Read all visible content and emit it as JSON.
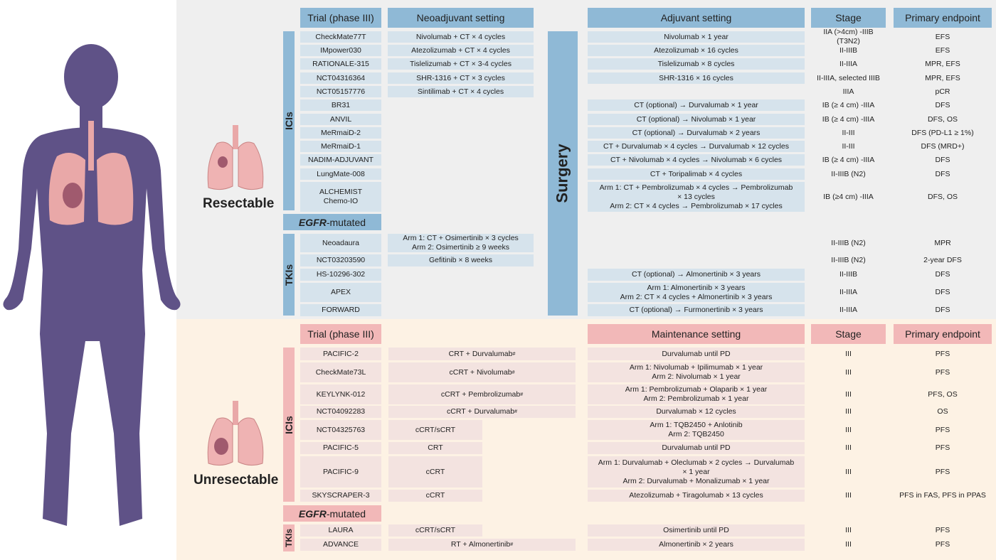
{
  "resectable": {
    "label": "Resectable",
    "headers": {
      "trial": "Trial (phase III)",
      "neoadjuvant": "Neoadjuvant setting",
      "adjuvant": "Adjuvant setting",
      "stage": "Stage",
      "endpoint": "Primary endpoint"
    },
    "icis_label": "ICIs",
    "tkis_label": "TKIs",
    "surgery_label": "Surgery",
    "egfr_italic": "EGFR",
    "egfr_rest": "-mutated",
    "icis_rows": [
      {
        "trial": "CheckMate77T",
        "neo": "Nivolumab + CT × 4 cycles",
        "adj": "Nivolumab × 1 year",
        "stage": "IIA (>4cm) -IIIB (T3N2)",
        "endpoint": "EFS"
      },
      {
        "trial": "IMpower030",
        "neo": "Atezolizumab + CT × 4 cycles",
        "adj": "Atezolizumab × 16 cycles",
        "stage": "II-IIIB",
        "endpoint": "EFS"
      },
      {
        "trial": "RATIONALE-315",
        "neo": "Tislelizumab + CT × 3-4 cycles",
        "adj": "Tislelizumab × 8 cycles",
        "stage": "II-IIIA",
        "endpoint": "MPR, EFS"
      },
      {
        "trial": "NCT04316364",
        "neo": "SHR-1316 + CT × 3 cycles",
        "adj": "SHR-1316 × 16 cycles",
        "stage": "II-IIIA, selected IIIB",
        "endpoint": "MPR, EFS"
      },
      {
        "trial": "NCT05157776",
        "neo": "Sintilimab + CT × 4 cycles",
        "adj": "",
        "stage": "IIIA",
        "endpoint": "pCR"
      },
      {
        "trial": "BR31",
        "neo": "",
        "adj": "CT (optional) → Durvalumab × 1 year",
        "stage": "IB (≥ 4 cm) -IIIA",
        "endpoint": "DFS"
      },
      {
        "trial": "ANVIL",
        "neo": "",
        "adj": "CT (optional) → Nivolumab × 1 year",
        "stage": "IB (≥ 4 cm) -IIIA",
        "endpoint": "DFS, OS"
      },
      {
        "trial": "MeRmaiD-2",
        "neo": "",
        "adj": "CT (optional) → Durvalumab × 2 years",
        "stage": "II-III",
        "endpoint": "DFS (PD-L1 ≥ 1%)"
      },
      {
        "trial": "MeRmaiD-1",
        "neo": "",
        "adj": "CT + Durvalumab × 4 cycles → Durvalumab × 12 cycles",
        "stage": "II-III",
        "endpoint": "DFS (MRD+)"
      },
      {
        "trial": "NADIM-ADJUVANT",
        "neo": "",
        "adj": "CT + Nivolumab × 4 cycles → Nivolumab × 6 cycles",
        "stage": "IB (≥ 4 cm) -IIIA",
        "endpoint": "DFS"
      },
      {
        "trial": "LungMate-008",
        "neo": "",
        "adj": "CT + Toripalimab × 4 cycles",
        "stage": "II-IIIB (N2)",
        "endpoint": "DFS"
      }
    ],
    "alchemist": {
      "trial_1": "ALCHEMIST",
      "trial_2": "Chemo-IO",
      "adj_1": "Arm 1: CT + Pembrolizumab × 4 cycles → Pembrolizumab",
      "adj_2": "× 13 cycles",
      "adj_3": "Arm 2: CT × 4 cycles → Pembrolizumab × 17 cycles",
      "stage": "IB (≥4 cm) -IIIA",
      "endpoint": "DFS, OS"
    },
    "neoadaura": {
      "trial": "Neoadaura",
      "neo_1": "Arm 1: CT + Osimertinib  × 3 cycles",
      "neo_2": "Arm 2: Osimertinib ≥ 9 weeks",
      "stage": "II-IIIB (N2)",
      "endpoint": "MPR"
    },
    "nct03203590": {
      "trial": "NCT03203590",
      "neo": "Gefitinib × 8 weeks",
      "stage": "II-IIIB (N2)",
      "endpoint": "2-year DFS"
    },
    "hs": {
      "trial": "HS-10296-302",
      "adj": "CT (optional) → Almonertinib × 3 years",
      "stage": "II-IIIB",
      "endpoint": "DFS"
    },
    "apex": {
      "trial": "APEX",
      "adj_1": "Arm 1: Almonertinib × 3 years",
      "adj_2": "Arm 2: CT × 4 cycles + Almonertinib × 3 years",
      "stage": "II-IIIA",
      "endpoint": "DFS"
    },
    "forward": {
      "trial": "FORWARD",
      "adj": "CT (optional) → Furmonertinib × 3 years",
      "stage": "II-IIIA",
      "endpoint": "DFS"
    }
  },
  "unresectable": {
    "label": "Unresectable",
    "headers": {
      "trial": "Trial (phase III)",
      "maintenance": "Maintenance setting",
      "stage": "Stage",
      "endpoint": "Primary endpoint"
    },
    "icis_label": "ICIs",
    "tkis_label": "TKIs",
    "egfr_italic": "EGFR",
    "egfr_rest": "-mutated",
    "rows": {
      "pacific2": {
        "trial": "PACIFIC-2",
        "treat": "CRT + Durvalumab",
        "sup": "#",
        "maint": "Durvalumab until PD",
        "stage": "III",
        "endpoint": "PFS"
      },
      "cm73l": {
        "trial": "CheckMate73L",
        "treat": "cCRT + Nivolumab",
        "sup": "#",
        "maint_1": "Arm 1: Nivolumab +  Ipilimumab × 1 year",
        "maint_2": "Arm 2: Nivolumab × 1 year",
        "stage": "III",
        "endpoint": "PFS"
      },
      "keylynk": {
        "trial": "KEYLYNK-012",
        "treat": "cCRT + Pembrolizumab",
        "sup": "#",
        "maint_1": "Arm 1: Pembrolizumab + Olaparib × 1 year",
        "maint_2": "Arm 2: Pembrolizumab × 1 year",
        "stage": "III",
        "endpoint": "PFS, OS"
      },
      "nct04092283": {
        "trial": "NCT04092283",
        "treat": "cCRT + Durvalumab",
        "sup": "#",
        "maint": "Durvalumab × 12 cycles",
        "stage": "III",
        "endpoint": "OS"
      },
      "nct04325763": {
        "trial": "NCT04325763",
        "treat": "cCRT/sCRT",
        "maint_1": "Arm 1: TQB2450 + Anlotinib",
        "maint_2": "Arm 2: TQB2450",
        "stage": "III",
        "endpoint": "PFS"
      },
      "pacific5": {
        "trial": "PACIFIC-5",
        "treat": "CRT",
        "maint": "Durvalumab until PD",
        "stage": "III",
        "endpoint": "PFS"
      },
      "pacific9": {
        "trial": "PACIFIC-9",
        "treat": "cCRT",
        "maint_1": "Arm 1: Durvalumab + Oleclumab × 2 cycles → Durvalumab",
        "maint_2": "× 1 year",
        "maint_3": "Arm 2: Durvalumab + Monalizumab × 1 year",
        "stage": "III",
        "endpoint": "PFS"
      },
      "skyscraper": {
        "trial": "SKYSCRAPER-3",
        "treat": "cCRT",
        "maint": "Atezolizumab + Tiragolumab × 13 cycles",
        "stage": "III",
        "endpoint": "PFS in FAS, PFS in PPAS"
      },
      "laura": {
        "trial": "LAURA",
        "treat": "cCRT/sCRT",
        "maint": "Osimertinib until PD",
        "stage": "III",
        "endpoint": "PFS"
      },
      "advance": {
        "trial": "ADVANCE",
        "treat": "RT + Almonertinib",
        "sup": "#",
        "maint": "Almonertinib × 2 years",
        "stage": "III",
        "endpoint": "PFS"
      }
    }
  },
  "colors": {
    "blue_header": "#8fb9d6",
    "blue_cell": "#d6e3ec",
    "pink_header": "#f2b8b8",
    "pink_cell": "#f3e3e0",
    "body": "#5f5287"
  }
}
